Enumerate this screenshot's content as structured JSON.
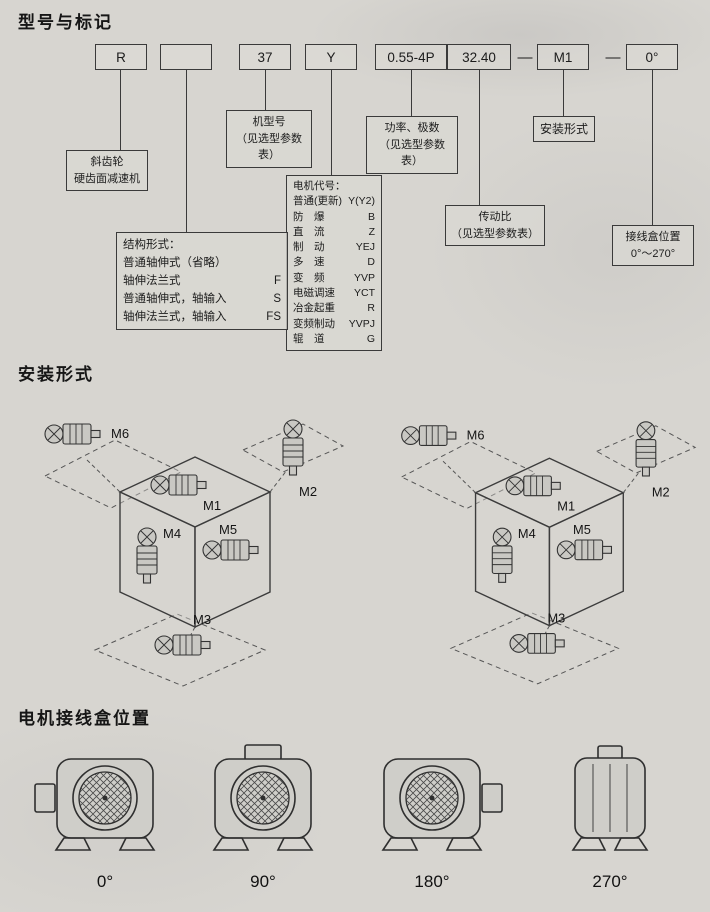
{
  "page": {
    "title_model": "型号与标记",
    "title_mounting": "安装形式",
    "title_terminal": "电机接线盒位置"
  },
  "model_code": {
    "boxes": [
      "R",
      "",
      "37",
      "Y",
      "0.55-4P",
      "32.40",
      "M1",
      "0°"
    ],
    "separators": [
      "—",
      "—"
    ],
    "reducer": {
      "line1": "斜齿轮",
      "line2": "硬齿面减速机"
    },
    "machine_model": {
      "line1": "机型号",
      "line2": "（见选型参数表）"
    },
    "power_poles": {
      "line1": "功率、极数",
      "line2": "（见选型参数表）"
    },
    "mounting_form": "安装形式",
    "ratio": {
      "line1": "传动比",
      "line2": "（见选型参数表）"
    },
    "terminal_box": {
      "line1": "接线盒位置",
      "line2": "0°～270°"
    },
    "motor_codes": {
      "title": "电机代号：",
      "items": [
        {
          "name": "普通(更新)",
          "code": "Y(Y2)"
        },
        {
          "name": "防　爆",
          "code": "B"
        },
        {
          "name": "直　流",
          "code": "Z"
        },
        {
          "name": "制　动",
          "code": "YEJ"
        },
        {
          "name": "多　速",
          "code": "D"
        },
        {
          "name": "变　频",
          "code": "YVP"
        },
        {
          "name": "电磁调速",
          "code": "YCT"
        },
        {
          "name": "冶金起重",
          "code": "R"
        },
        {
          "name": "变频制动",
          "code": "YVPJ"
        },
        {
          "name": "辊　道",
          "code": "G"
        }
      ]
    },
    "structure": {
      "title": "结构形式：",
      "items": [
        {
          "name": "普通轴伸式（省略）",
          "code": ""
        },
        {
          "name": "轴伸法兰式",
          "code": "F"
        },
        {
          "name": "普通轴伸式，轴输入",
          "code": "S"
        },
        {
          "name": "轴伸法兰式，轴输入",
          "code": "FS"
        }
      ]
    }
  },
  "mounting": {
    "labels": [
      "M1",
      "M2",
      "M3",
      "M4",
      "M5",
      "M6"
    ]
  },
  "terminal_positions": [
    "0°",
    "90°",
    "180°",
    "270°"
  ]
}
